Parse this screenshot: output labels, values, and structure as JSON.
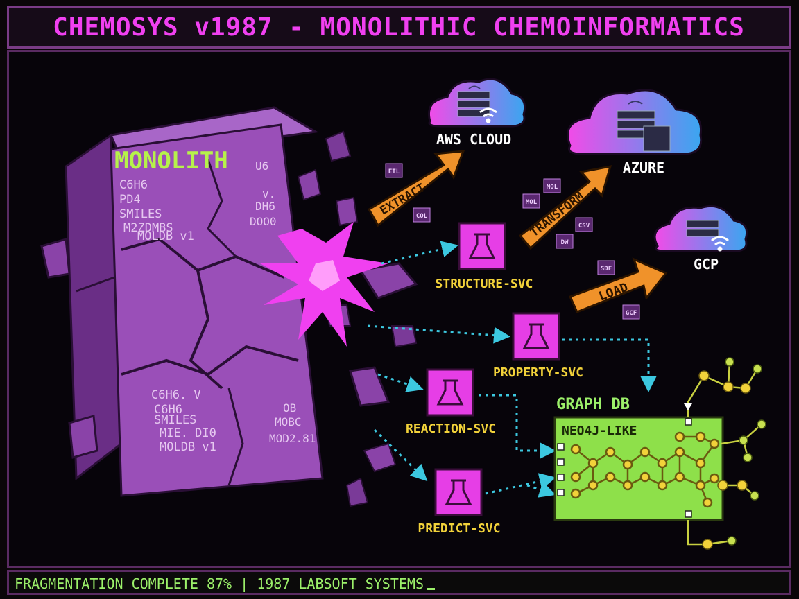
{
  "window": {
    "title": "CHEMOSYS v1987 - MONOLITHIC CHEMOINFORMATICS"
  },
  "monolith": {
    "title": "MONOLITH",
    "top_left_text": [
      "C6H6",
      "PD4",
      "SMILES",
      "M2ZDMBS",
      "MOLDB v1"
    ],
    "top_right_text": [
      "U6",
      "v.",
      "DH6",
      "DOO0"
    ],
    "bottom_left_text": [
      "C6H6. V",
      "C6H6",
      "SMILES",
      "MIE. DI0",
      "MOLDB v1"
    ],
    "bottom_right_text": [
      "OB",
      "MOBC",
      "MOD2.81"
    ]
  },
  "pipeline": {
    "extract": "EXTRACT",
    "transform": "TRANSFORM",
    "load": "LOAD"
  },
  "clouds": {
    "aws": "AWS CLOUD",
    "azure": "AZURE",
    "gcp": "GCP"
  },
  "chips": {
    "etl": "ETL",
    "col": "COL",
    "mol1": "MOL",
    "mol2": "MOL",
    "csv": "CSV",
    "dw": "DW",
    "sdf": "SDF",
    "gcf": "GCF"
  },
  "services": {
    "structure": "STRUCTURE-SVC",
    "property": "PROPERTY-SVC",
    "reaction": "REACTION-SVC",
    "predict": "PREDICT-SVC"
  },
  "graphdb": {
    "title": "GRAPH DB",
    "subtitle": "NEO4J-LIKE"
  },
  "status": {
    "text": "FRAGMENTATION COMPLETE 87% | 1987 LABSOFT SYSTEMS"
  },
  "colors": {
    "magenta": "#f040f0",
    "purple": "#9a4fb8",
    "orange": "#f0922a",
    "lime": "#9cf06a",
    "yellow": "#f2d23a",
    "cyan": "#3cc8e0"
  }
}
